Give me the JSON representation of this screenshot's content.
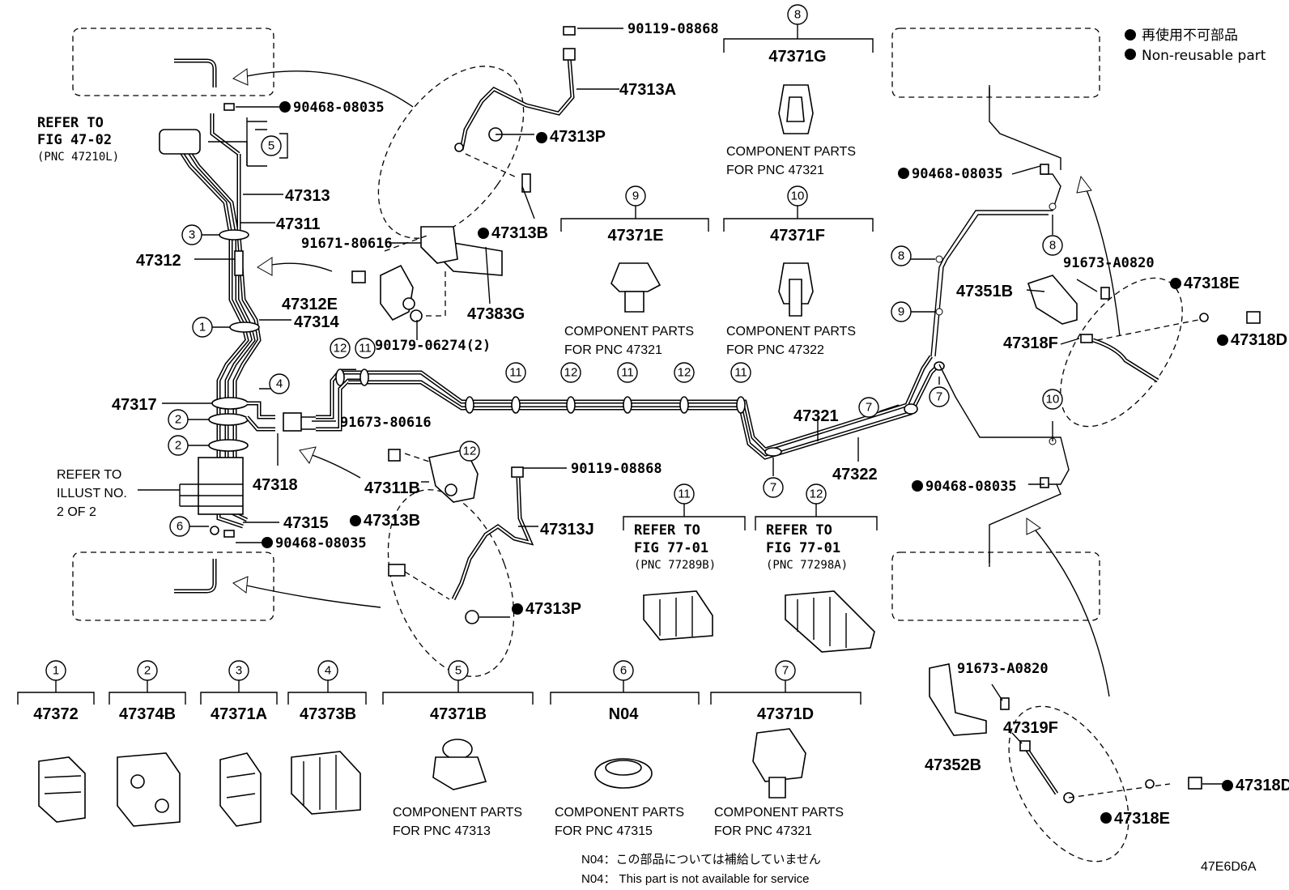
{
  "legend": {
    "ja": "再使用不可部品",
    "en": "Non-reusable part"
  },
  "diagram_code": "47E6D6A",
  "footnote": {
    "ja": "N04：この部品については補給していません",
    "en": "N04： This part is not available for service"
  },
  "refer_fig": {
    "l1": "REFER TO",
    "l2": "FIG 47-02",
    "l3": "(PNC 47210L)"
  },
  "refer_illust": {
    "l1": "REFER TO",
    "l2": "ILLUST NO.",
    "l3": "2 OF 2"
  },
  "labels": {
    "p90119_08868_top": "90119-08868",
    "p47313A": "47313A",
    "p47313P_top": "47313P",
    "p90468_08035_tl": "90468-08035",
    "p47313": "47313",
    "p47311": "47311",
    "p47312": "47312",
    "p91671_80616": "91671-80616",
    "p47313B_top": "47313B",
    "p47312E": "47312E",
    "p47383G": "47383G",
    "p47314": "47314",
    "p90179_06274": "90179-06274(2)",
    "p47317": "47317",
    "p91673_80616": "91673-80616",
    "p47318": "47318",
    "p47311B": "47311B",
    "p90119_08868_mid": "90119-08868",
    "p47315": "47315",
    "p47313B_bot": "47313B",
    "p47313J": "47313J",
    "p90468_08035_bl": "90468-08035",
    "p47313P_bot": "47313P",
    "p47321": "47321",
    "p47322": "47322",
    "p90468_08035_tr": "90468-08035",
    "p91673_A0820_top": "91673-A0820",
    "p47351B": "47351B",
    "p47318E_top": "47318E",
    "p47318F": "47318F",
    "p47318D_top": "47318D",
    "p90468_08035_br": "90468-08035",
    "p91673_A0820_bot": "91673-A0820",
    "p47319F": "47319F",
    "p47352B": "47352B",
    "p47318D_bot": "47318D",
    "p47318E_bot": "47318E"
  },
  "circle_numbers": {
    "c1": "1",
    "c2": "2",
    "c3": "3",
    "c4": "4",
    "c5": "5",
    "c6": "6",
    "c7": "7",
    "c8": "8",
    "c9": "9",
    "c10": "10",
    "c11": "11",
    "c12": "12"
  },
  "component_boxes": [
    {
      "num": "8",
      "pn": "47371G",
      "note1": "COMPONENT PARTS",
      "note2": "FOR PNC 47321"
    },
    {
      "num": "9",
      "pn": "47371E",
      "note1": "COMPONENT PARTS",
      "note2": "FOR PNC 47321"
    },
    {
      "num": "10",
      "pn": "47371F",
      "note1": "COMPONENT PARTS",
      "note2": "FOR PNC 47322"
    },
    {
      "num": "11",
      "ref1": "REFER TO",
      "ref2": "FIG 77-01",
      "ref3": "(PNC 77289B)"
    },
    {
      "num": "12",
      "ref1": "REFER TO",
      "ref2": "FIG 77-01",
      "ref3": "(PNC 77298A)"
    },
    {
      "num": "1",
      "pn": "47372"
    },
    {
      "num": "2",
      "pn": "47374B"
    },
    {
      "num": "3",
      "pn": "47371A"
    },
    {
      "num": "4",
      "pn": "47373B"
    },
    {
      "num": "5",
      "pn": "47371B",
      "note1": "COMPONENT PARTS",
      "note2": "FOR PNC 47313"
    },
    {
      "num": "6",
      "pn": "N04",
      "note1": "COMPONENT PARTS",
      "note2": "FOR PNC 47315"
    },
    {
      "num": "7",
      "pn": "47371D",
      "note1": "COMPONENT PARTS",
      "note2": "FOR PNC 47321"
    }
  ]
}
